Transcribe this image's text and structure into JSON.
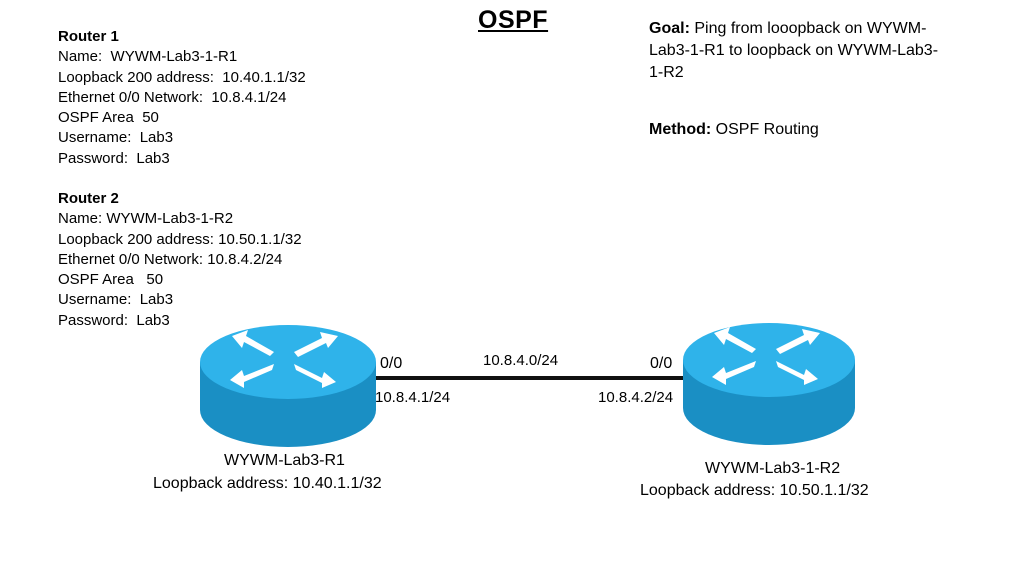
{
  "title": "OSPF",
  "router1": {
    "heading": "Router 1",
    "fields": [
      {
        "label": "Name:",
        "value": "WYWM-Lab3-1-R1"
      },
      {
        "label": "Loopback 200 address:",
        "value": "10.40.1.1/32"
      },
      {
        "label": "Ethernet 0/0 Network:",
        "value": "10.8.4.1/24"
      },
      {
        "label": "OSPF Area",
        "value": "50"
      },
      {
        "label": "Username:",
        "value": "Lab3"
      },
      {
        "label": "Password:",
        "value": "Lab3"
      }
    ]
  },
  "router2": {
    "heading": "Router 2",
    "fields": [
      {
        "label": "Name:",
        "value": "WYWM-Lab3-1-R2"
      },
      {
        "label": "Loopback 200 address:",
        "value": "10.50.1.1/32"
      },
      {
        "label": "Ethernet 0/0 Network:",
        "value": "10.8.4.2/24"
      },
      {
        "label": "OSPF Area",
        "value": "50"
      },
      {
        "label": "Username:",
        "value": "Lab3"
      },
      {
        "label": "Password:",
        "value": "Lab3"
      }
    ]
  },
  "goal": {
    "label": "Goal:",
    "text": "Ping from looopback on WYWM-Lab3-1-R1 to loopback on WYWM-Lab3-1-R2"
  },
  "method": {
    "label": "Method:",
    "text": "OSPF Routing"
  },
  "diagram": {
    "link_network": "10.8.4.0/24",
    "left_port": "0/0",
    "left_ip": "10.8.4.1/24",
    "right_port": "0/0",
    "right_ip": "10.8.4.2/24",
    "r1_name": "WYWM-Lab3-R1",
    "r1_loopback": "Loopback address: 10.40.1.1/32",
    "r2_name": "WYWM-Lab3-1-R2",
    "r2_loopback": "Loopback address: 10.50.1.1/32",
    "router_colors": {
      "top": "#2fb3ea",
      "side": "#1a8fc4",
      "arrow": "#ffffff"
    },
    "link_color": "#111111"
  }
}
